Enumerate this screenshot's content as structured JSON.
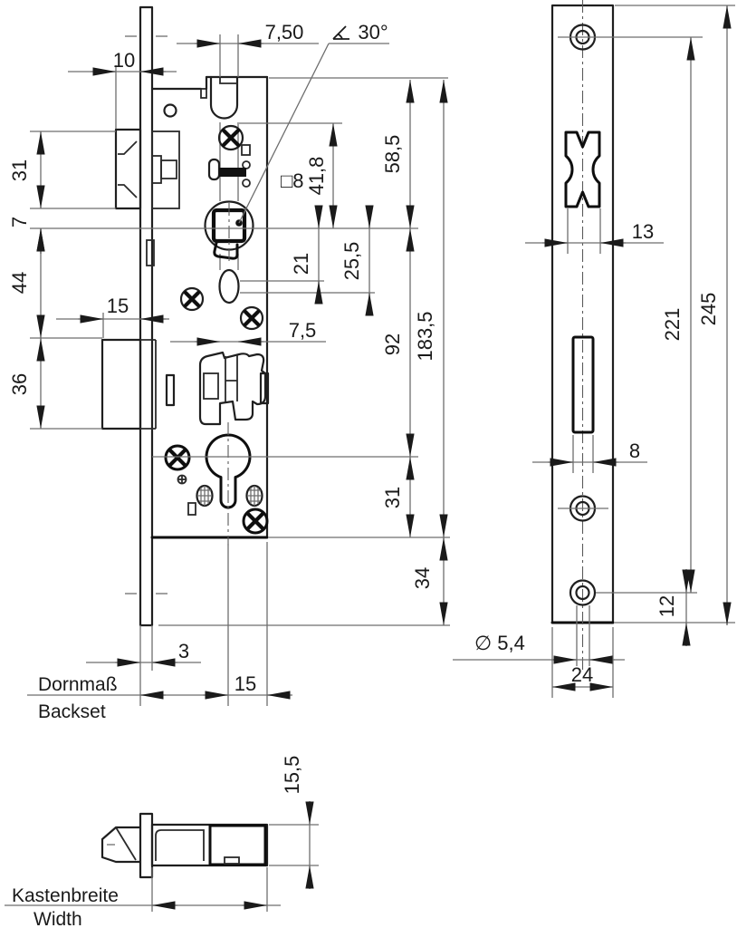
{
  "document": {
    "type": "technical-drawing",
    "subject": "mortise lock dimension drawing",
    "units": "mm",
    "line_color": "#1f1f1f",
    "background": "#ffffff"
  },
  "labels": {
    "backset_de": "Dornmaß",
    "backset_en": "Backset",
    "case_width_de": "Kastenbreite",
    "case_width_en": "Width"
  },
  "views": {
    "lock_front": {
      "name": "lock case front view",
      "dims": {
        "latch_guide_width_top": "7,50",
        "follower_angle": "30°",
        "latch_protrusion": "10",
        "latch_height": "31",
        "latch_to_follower_gap": "7",
        "follower_to_bolt": "44",
        "bolt_throw": "15",
        "bolt_height": "36",
        "square_spindle": "□8",
        "top_to_follower": "58,5",
        "latch_to_follower": "41,8",
        "follower_to_slot": "21",
        "follower_to_slot_bottom": "25,5",
        "follower_to_cylinder": "92",
        "case_height": "183,5",
        "cylinder_to_case_bottom": "31",
        "case_bottom_to_plate_end": "34",
        "guide_width_mid": "7,5",
        "plate_thickness": "3",
        "center_to_case_back": "15"
      }
    },
    "faceplate_front": {
      "name": "faceplate front view",
      "dims": {
        "latch_cutout_width": "13",
        "screw_hole_spacing": "221",
        "plate_length": "245",
        "slot_width": "8",
        "hole_to_plate_end": "12",
        "screw_hole_diameter": "∅ 5,4",
        "plate_width": "24"
      }
    },
    "side_view": {
      "name": "lock case side view",
      "dims": {
        "case_thickness": "15,5"
      }
    }
  }
}
